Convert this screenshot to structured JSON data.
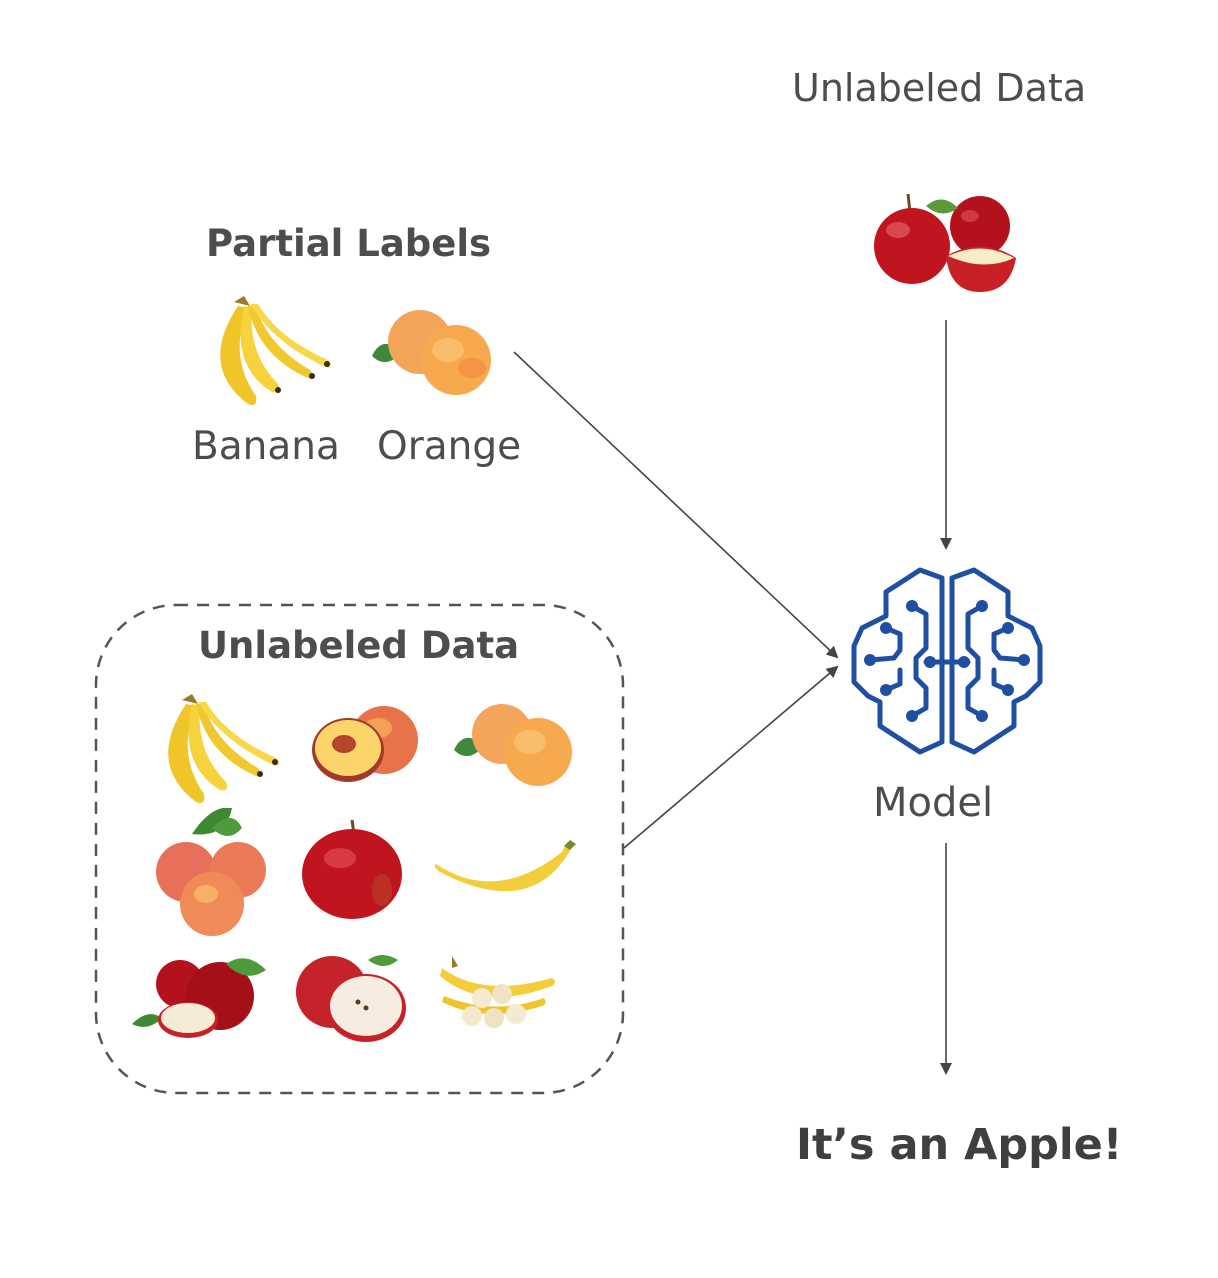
{
  "top": {
    "title": "Unlabeled Data"
  },
  "partial_labels": {
    "title": "Partial Labels",
    "items": [
      {
        "label": "Banana",
        "icon": "banana-bunch-icon"
      },
      {
        "label": "Orange",
        "icon": "orange-fruit-icon"
      }
    ]
  },
  "unlabeled_box": {
    "title": "Unlabeled Data",
    "items": [
      "banana-bunch-icon",
      "peach-halved-icon",
      "orange-fruit-icon",
      "peaches-icon",
      "red-apple-icon",
      "single-banana-icon",
      "apples-icon",
      "apple-halved-icon",
      "banana-slices-icon"
    ]
  },
  "model": {
    "label": "Model",
    "icon": "brain-circuit-icon",
    "color": "#1f4fa3"
  },
  "result": {
    "text": "It’s an Apple!"
  },
  "colors": {
    "text": "#4d4d4d",
    "arrow": "#444444",
    "banana": "#f2c830",
    "apple": "#c0151f",
    "peach": "#f4a15a"
  }
}
